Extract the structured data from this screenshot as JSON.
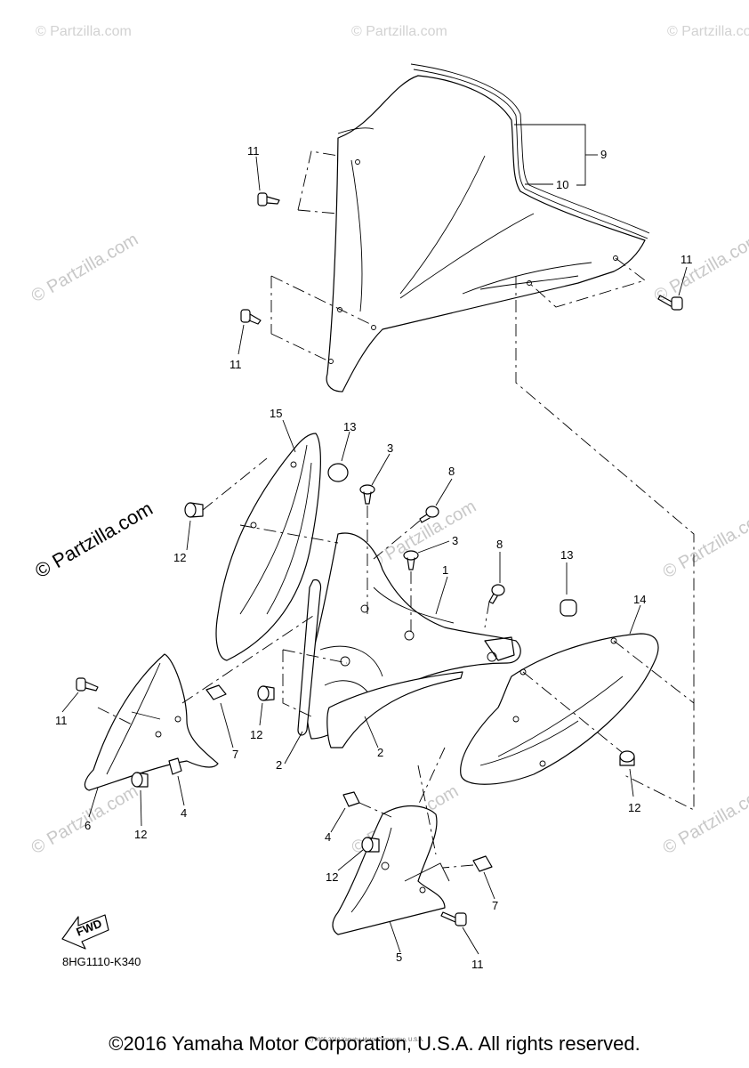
{
  "diagram": {
    "callouts": {
      "c1": "1",
      "c2a": "2",
      "c2b": "2",
      "c3a": "3",
      "c3b": "3",
      "c4a": "4",
      "c4b": "4",
      "c5": "5",
      "c6": "6",
      "c7a": "7",
      "c7b": "7",
      "c8a": "8",
      "c8b": "8",
      "c9": "9",
      "c10": "10",
      "c11a": "11",
      "c11b": "11",
      "c11c": "11",
      "c11d": "11",
      "c11e": "11",
      "c12a": "12",
      "c12b": "12",
      "c12c": "12",
      "c12d": "12",
      "c12e": "12",
      "c13a": "13",
      "c13b": "13",
      "c14": "14",
      "c15": "15"
    },
    "fwd_label": "FWD",
    "diagram_code": "8HG1110-K340",
    "small_print": "(c) 2005-2016 Yamaha Motor Corporation, U.S.A."
  },
  "watermark": {
    "text": "© Partzilla.com",
    "short": "© Partzilla.com"
  },
  "footer": {
    "copyright": "©2016 Yamaha Motor Corporation, U.S.A. All rights reserved."
  }
}
